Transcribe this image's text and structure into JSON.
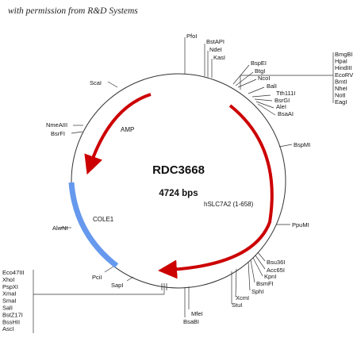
{
  "permission_note": "with permission from R&D Systems",
  "plasmid": {
    "name": "RDC3668",
    "size_label": "4724 bps"
  },
  "features": {
    "amp": "AMP",
    "insert": "hSLC7A2 (1-658)",
    "ori": "COLE1"
  },
  "sites": {
    "pfoi": "PfoI",
    "bstapi": "BstAPI",
    "ndei": "NdeI",
    "kasi": "KasI",
    "bspei": "BspEI",
    "btgi": "BtgI",
    "ncoi": "NcoI",
    "bali": "BalI",
    "tth111i": "Tth111I",
    "bsrgi": "BsrGI",
    "alei": "AleI",
    "bsaai": "BsaAI",
    "bspmi": "BspMI",
    "ppumi": "PpuMI",
    "bsu36i": "Bsu36I",
    "acc65i": "Acc65I",
    "kpni": "KpnI",
    "bsmfi": "BsmFI",
    "sphi": "SphI",
    "xcmi": "XcmI",
    "stui": "StuI",
    "mfei": "MfeI",
    "bsabi": "BsaBI",
    "sapi": "SapI",
    "pcii": "PciI",
    "alwni": "AlwNI",
    "nmeaiii": "NmeAIII",
    "bsrfi": "BsrFI",
    "scai": "ScaI"
  },
  "mcs_right": [
    "BmgBI",
    "HpaI",
    "HindIII",
    "EcoRV",
    "BmtI",
    "NheI",
    "NotI",
    "EagI"
  ],
  "mcs_left": [
    "Eco47III",
    "XhoI",
    "PspXI",
    "XmaI",
    "SmaI",
    "SalI",
    "BstZ17I",
    "BssHII",
    "AscI"
  ],
  "colors": {
    "arrow": "#cc0000",
    "ori": "#6699ee",
    "backbone": "#333333"
  }
}
